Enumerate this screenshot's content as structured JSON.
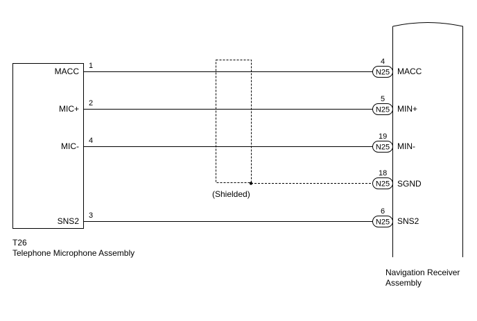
{
  "left_component": {
    "code": "T26",
    "name": "Telephone Microphone Assembly",
    "pins": [
      {
        "label": "MACC",
        "number": "1"
      },
      {
        "label": "MIC+",
        "number": "2"
      },
      {
        "label": "MIC-",
        "number": "4"
      },
      {
        "label": "SNS2",
        "number": "3"
      }
    ]
  },
  "right_component": {
    "name_line1": "Navigation Receiver",
    "name_line2": "Assembly",
    "connector": "N25",
    "pins": [
      {
        "label": "MACC",
        "number": "4"
      },
      {
        "label": "MIN+",
        "number": "5"
      },
      {
        "label": "MIN-",
        "number": "19"
      },
      {
        "label": "SGND",
        "number": "18"
      },
      {
        "label": "SNS2",
        "number": "6"
      }
    ]
  },
  "shield": {
    "label": "(Shielded)"
  }
}
